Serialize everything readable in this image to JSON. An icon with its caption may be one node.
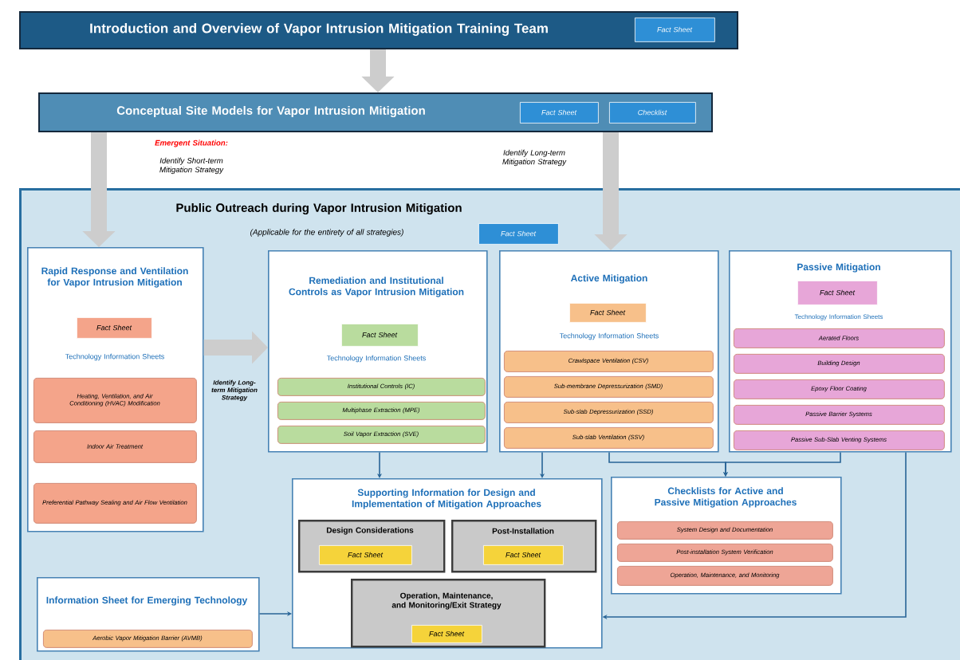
{
  "diagram": {
    "nodes": [
      {
        "text": [
          "Introduction and Overview of Vapor Intrusion Mitigation Training Team"
        ]
      },
      {
        "text": [
          "Fact Sheet"
        ],
        "in": 0
      },
      {
        "text": [
          "Conceptual Site Models for Vapor Intrusion Mitigation"
        ]
      },
      {
        "text": [
          "Fact Sheet"
        ],
        "in": 2
      },
      {
        "text": [
          "Checklist"
        ],
        "in": 2
      },
      {
        "text": [
          "Public Outreach during Vapor Intrusion Mitigation",
          "(Applicable for the entirety of all strategies)"
        ]
      },
      {
        "text": [
          "Fact Sheet"
        ],
        "in": 5
      },
      {
        "text": [
          "Rapid Response and Ventilation for Vapor Intrusion Mitigation",
          "Technology Information Sheets"
        ],
        "in": 5
      },
      {
        "text": [
          "Fact Sheet"
        ],
        "in": 7
      },
      {
        "text": [
          "Heating, Ventilation, and Air Conditioning (HVAC) Modification"
        ],
        "in": 7
      },
      {
        "text": [
          "Indoor Air Treatment"
        ],
        "in": 7
      },
      {
        "text": [
          "Preferential Pathway Sealing and Air Flow Ventilation"
        ],
        "in": 7
      },
      {
        "text": [
          "Remediation and Institutional Controls as Vapor Intrusion Mitigation",
          "Technology Information Sheets"
        ],
        "in": 5
      },
      {
        "text": [
          "Fact Sheet"
        ],
        "in": 12
      },
      {
        "text": [
          "Institutional Controls (IC)"
        ],
        "in": 12
      },
      {
        "text": [
          "Multiphase Extraction (MPE)"
        ],
        "in": 12
      },
      {
        "text": [
          "Soil Vapor Extraction (SVE)"
        ],
        "in": 12
      },
      {
        "text": [
          "Active Mitigation",
          "Technology Information Sheets"
        ],
        "in": 5
      },
      {
        "text": [
          "Fact Sheet"
        ],
        "in": 17
      },
      {
        "text": [
          "Crawlspace Ventilation (CSV)"
        ],
        "in": 17
      },
      {
        "text": [
          "Sub-membrane Depressurization (SMD)"
        ],
        "in": 17
      },
      {
        "text": [
          "Sub-slab Depressurization (SSD)"
        ],
        "in": 17
      },
      {
        "text": [
          "Sub-slab Ventilation (SSV)"
        ],
        "in": 17
      },
      {
        "text": [
          "Passive Mitigation",
          "Technology Information Sheets"
        ],
        "in": 5
      },
      {
        "text": [
          "Fact Sheet"
        ],
        "in": 23
      },
      {
        "text": [
          "Aerated Floors"
        ],
        "in": 23
      },
      {
        "text": [
          "Building Design"
        ],
        "in": 23
      },
      {
        "text": [
          "Epoxy Floor Coating"
        ],
        "in": 23
      },
      {
        "text": [
          "Passive Barrier Systems"
        ],
        "in": 23
      },
      {
        "text": [
          "Passive Sub-Slab Venting Systems"
        ],
        "in": 23
      },
      {
        "text": [
          "Supporting Information for Design and Implementation of Mitigation Approaches"
        ],
        "in": 5
      },
      {
        "text": [
          "Design Considerations"
        ],
        "in": 30
      },
      {
        "text": [
          "Fact Sheet"
        ],
        "in": 31
      },
      {
        "text": [
          "Post-Installation"
        ],
        "in": 30
      },
      {
        "text": [
          "Fact Sheet"
        ],
        "in": 33
      },
      {
        "text": [
          "Operation, Maintenance, and Monitoring/Exit Strategy"
        ],
        "in": 30
      },
      {
        "text": [
          "Fact Sheet"
        ],
        "in": 35
      },
      {
        "text": [
          "Checklists for Active and Passive Mitigation Approaches"
        ],
        "in": 5
      },
      {
        "text": [
          "System Design and Documentation"
        ],
        "in": 37
      },
      {
        "text": [
          "Post-installation System Verification"
        ],
        "in": 37
      },
      {
        "text": [
          "Operation, Maintenance, and Monitoring"
        ],
        "in": 37
      },
      {
        "text": [
          "Information Sheet for Emerging Technology"
        ],
        "in": 5
      },
      {
        "text": [
          "Aerobic Vapor Mitigation Barrier (AVMB)"
        ],
        "in": 41
      }
    ],
    "edges": [
      {
        "from": 0,
        "to": 2,
        "arrow": "to",
        "style": "thick",
        "color": "#cdcdcd"
      },
      {
        "from": 2,
        "to": 7,
        "arrow": "to",
        "style": "thick",
        "color": "#cdcdcd"
      },
      {
        "from": 2,
        "to": 17,
        "arrow": "to",
        "style": "thick",
        "color": "#cdcdcd"
      },
      {
        "from": 7,
        "to": 12,
        "arrow": "to",
        "style": "thick",
        "color": "#cdcdcd"
      },
      {
        "from": 12,
        "to": 30,
        "arrow": "to"
      },
      {
        "from": 17,
        "to": 30,
        "arrow": "to"
      },
      {
        "from": 17,
        "to": 37,
        "arrow": "to"
      },
      {
        "from": 23,
        "to": 37,
        "arrow": "to"
      },
      {
        "from": 23,
        "to": 30,
        "arrow": "to"
      },
      {
        "from": 41,
        "to": 30,
        "arrow": "to"
      }
    ],
    "labels": [
      "Emergent Situation:",
      "Identify Short-term Mitigation Strategy",
      "Identify Long-term Mitigation Strategy",
      "Identify Long-term Mitigation Strategy"
    ]
  }
}
